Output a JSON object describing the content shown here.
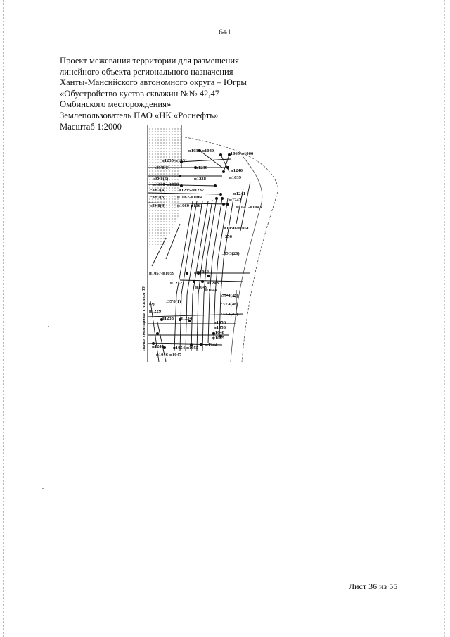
{
  "page_number": "641",
  "header": {
    "lines": [
      "Проект межевания территории для размещения",
      "линейного объекта регионального назначения",
      "Ханты-Мансийского автономного округа – Югры",
      "«Обустройство кустов скважин №№ 42,47",
      "Омбинского месторождения»",
      "Землепользователь ПАО «НК «Роснефть»",
      "Масштаб 1:2000"
    ]
  },
  "map": {
    "side_label": "линия совмещения с листом 35",
    "labels": [
      "н1039-н1040",
      "н1065-н1066",
      "н1230-н1231",
      ":ЗУ8(5)",
      "н1239",
      "н1240",
      "н1039",
      ":ЗУ8(6)",
      "н1238",
      "н1035-н1038",
      ":ЗУ7(4)",
      "н1235-н1237",
      "н1241",
      ":ЗУ7(3)",
      "н1062-н1064",
      "н1242",
      ":ЗУ8(4)",
      "н1060-н1061",
      "н1041-н1043",
      "н1050-н1051",
      "356",
      ":ЗУ3(26)",
      "н1057-н1059",
      "н1052",
      "н1232",
      "н1049",
      "н1243",
      "н1044",
      ":ЗУ4(45)",
      ":ЗУ8(1)",
      ":ЗУ4(46)",
      "(2)",
      "н1229",
      ":ЗУ4(47)",
      "н1233",
      "н1234",
      "н1056",
      "н1053",
      "н1048",
      "н1045",
      "н1244",
      "н1245",
      "н1054-н1055",
      "н1046-н1047"
    ]
  },
  "footer": {
    "sheet": "Лист 36 из 55"
  }
}
